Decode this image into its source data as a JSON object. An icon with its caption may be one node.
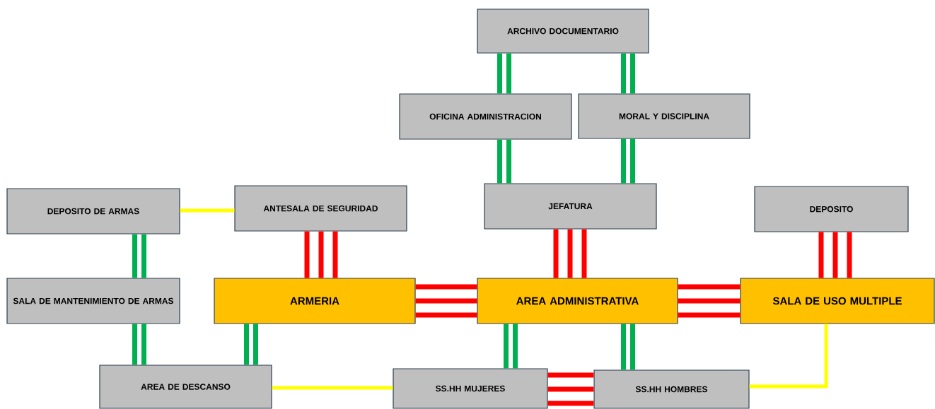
{
  "diagram": {
    "nodes": [
      {
        "text": [
          "ARCHIVO DOCUMENTARIO"
        ]
      },
      {
        "text": [
          "OFICINA ADMINISTRACION"
        ]
      },
      {
        "text": [
          "MORAL Y DISCIPLINA"
        ]
      },
      {
        "text": [
          "DEPOSITO DE ARMAS"
        ]
      },
      {
        "text": [
          "ANTESALA DE SEGURIDAD"
        ]
      },
      {
        "text": [
          "JEFATURA"
        ]
      },
      {
        "text": [
          "DEPOSITO"
        ]
      },
      {
        "text": [
          "SALA DE MANTENIMIENTO DE ARMAS"
        ]
      },
      {
        "text": [
          "ARMERIA"
        ]
      },
      {
        "text": [
          "AREA ADMINISTRATIVA"
        ]
      },
      {
        "text": [
          "SALA DE USO MULTIPLE"
        ]
      },
      {
        "text": [
          "AREA DE DESCANSO"
        ]
      },
      {
        "text": [
          "SS.HH MUJERES"
        ]
      },
      {
        "text": [
          "SS.HH HOMBRES"
        ]
      }
    ],
    "edges": [
      {
        "from": 0,
        "to": 1,
        "arrow": "none",
        "color": "#00b050"
      },
      {
        "from": 0,
        "to": 2,
        "arrow": "none",
        "color": "#00b050"
      },
      {
        "from": 1,
        "to": 5,
        "arrow": "none",
        "color": "#00b050"
      },
      {
        "from": 2,
        "to": 5,
        "arrow": "none",
        "color": "#00b050"
      },
      {
        "from": 3,
        "to": 4,
        "arrow": "none",
        "color": "#ffff00"
      },
      {
        "from": 3,
        "to": 7,
        "arrow": "none",
        "color": "#00b050"
      },
      {
        "from": 4,
        "to": 8,
        "arrow": "none",
        "color": "#ff0000"
      },
      {
        "from": 5,
        "to": 9,
        "arrow": "none",
        "color": "#ff0000"
      },
      {
        "from": 6,
        "to": 10,
        "arrow": "none",
        "color": "#ff0000"
      },
      {
        "from": 7,
        "to": 11,
        "arrow": "none",
        "color": "#00b050"
      },
      {
        "from": 8,
        "to": 11,
        "arrow": "none",
        "color": "#00b050"
      },
      {
        "from": 8,
        "to": 9,
        "arrow": "none",
        "color": "#ff0000"
      },
      {
        "from": 9,
        "to": 10,
        "arrow": "none",
        "color": "#ff0000"
      },
      {
        "from": 9,
        "to": 12,
        "arrow": "none",
        "color": "#00b050"
      },
      {
        "from": 9,
        "to": 13,
        "arrow": "none",
        "color": "#00b050"
      },
      {
        "from": 11,
        "to": 12,
        "arrow": "none",
        "color": "#ffff00"
      },
      {
        "from": 12,
        "to": 13,
        "arrow": "none",
        "color": "#ff0000"
      },
      {
        "from": 10,
        "to": 13,
        "arrow": "none",
        "color": "#ffff00"
      }
    ]
  }
}
